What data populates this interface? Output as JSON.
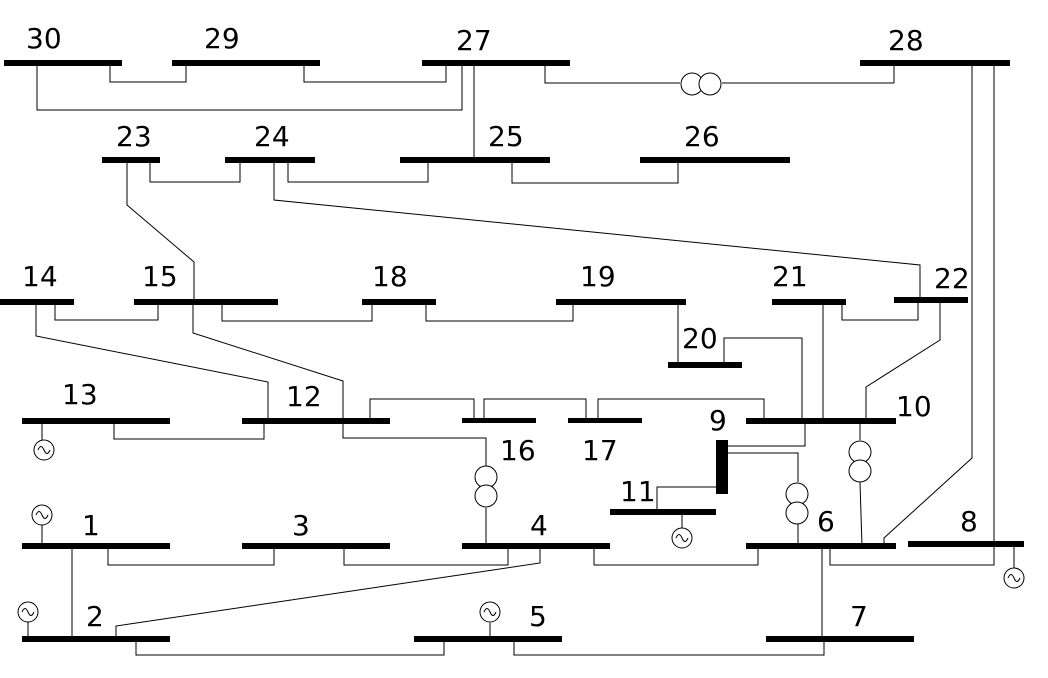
{
  "bus_labels": [
    "1",
    "2",
    "3",
    "4",
    "5",
    "6",
    "7",
    "8",
    "9",
    "10",
    "11",
    "12",
    "13",
    "14",
    "15",
    "16",
    "17",
    "18",
    "19",
    "20",
    "21",
    "22",
    "23",
    "24",
    "25",
    "26",
    "27",
    "28",
    "29",
    "30"
  ],
  "generator_symbol": "sine-wave-source",
  "transformer_symbol": "two-winding-transformer",
  "colors": {
    "line": "#000000",
    "background": "#ffffff"
  }
}
